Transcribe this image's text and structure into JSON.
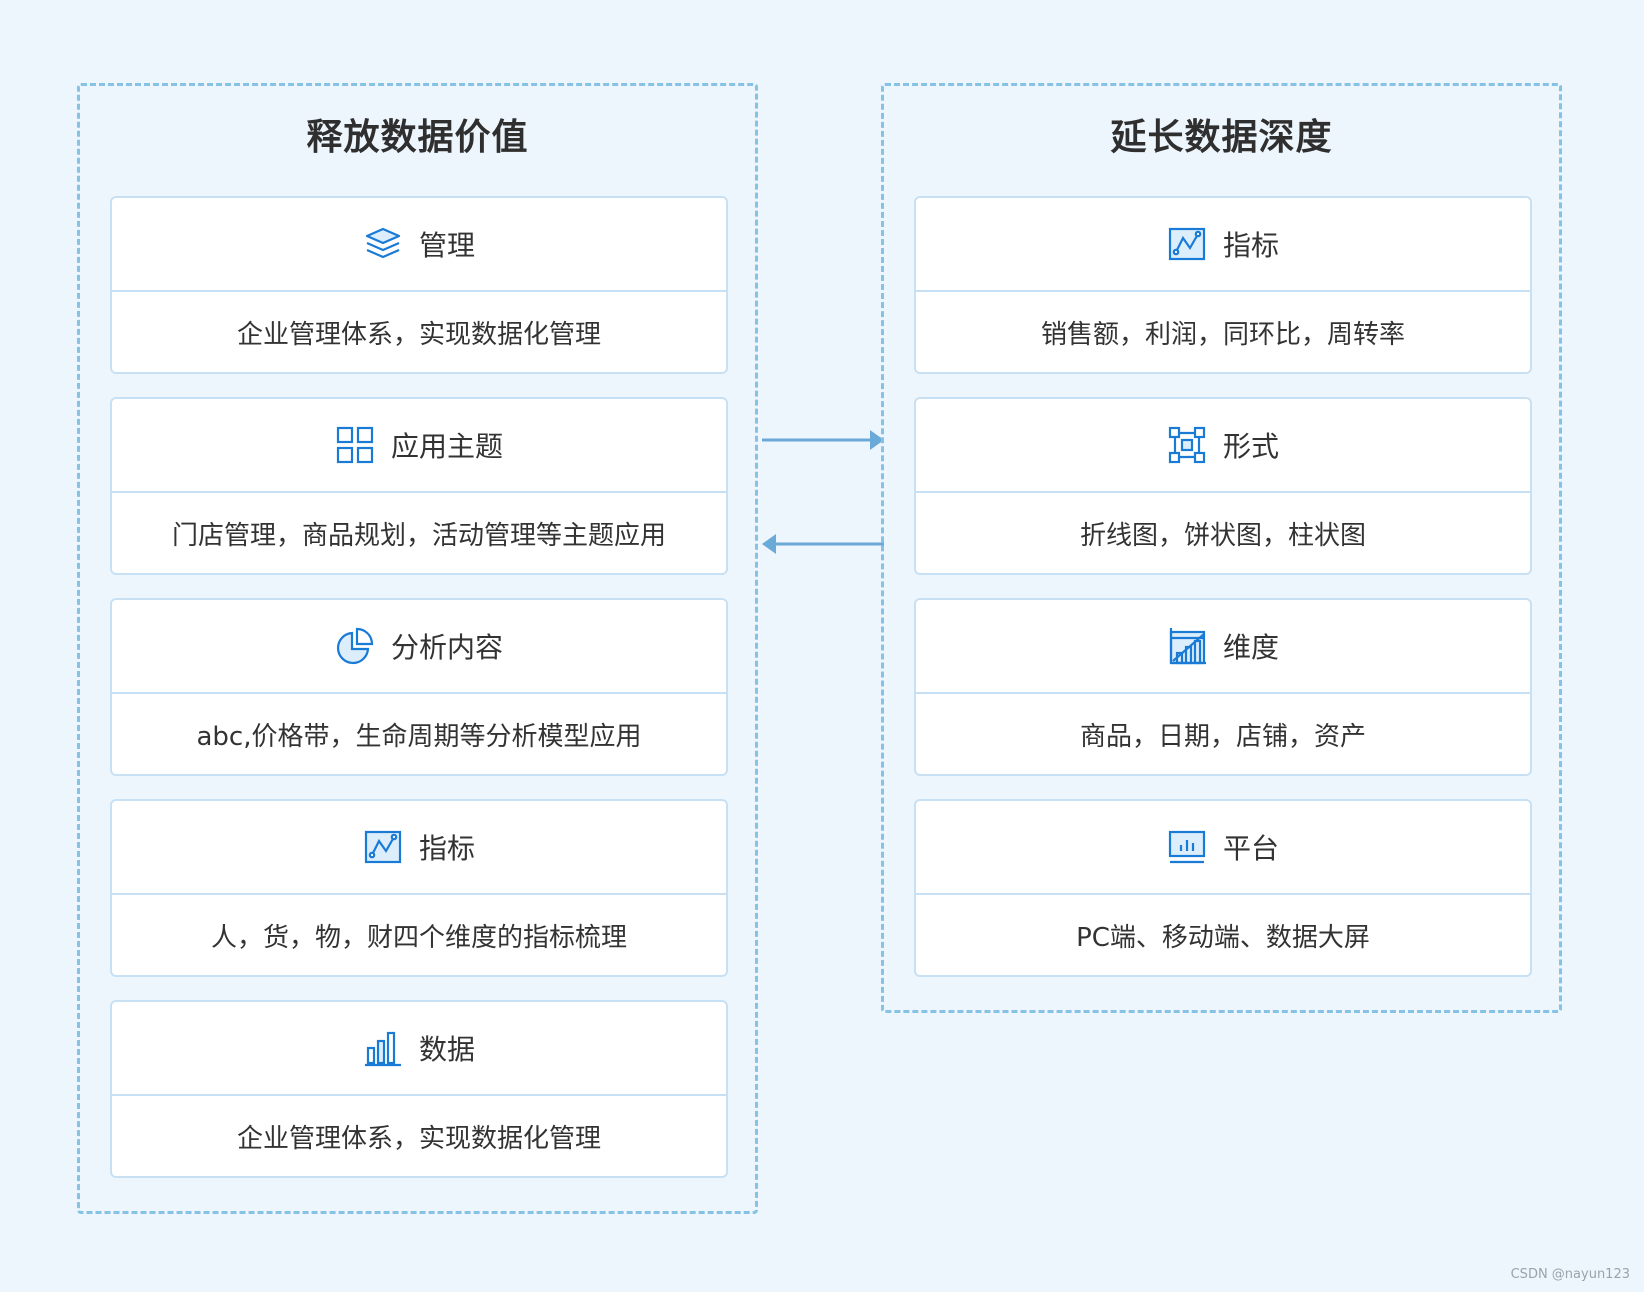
{
  "left": {
    "title": "释放数据价值",
    "cards": [
      {
        "icon": "layers-icon",
        "label": "管理",
        "desc": "企业管理体系，实现数据化管理"
      },
      {
        "icon": "grid-icon",
        "label": "应用主题",
        "desc": "门店管理，商品规划，活动管理等主题应用"
      },
      {
        "icon": "pie-chart-icon",
        "label": "分析内容",
        "desc": "abc,价格带，生命周期等分析模型应用"
      },
      {
        "icon": "line-chart-icon",
        "label": "指标",
        "desc": "人，货，物，财四个维度的指标梳理"
      },
      {
        "icon": "bar-chart-icon",
        "label": "数据",
        "desc": "企业管理体系，实现数据化管理"
      }
    ]
  },
  "right": {
    "title": "延长数据深度",
    "cards": [
      {
        "icon": "line-chart-icon",
        "label": "指标",
        "desc": "销售额，利润，同环比，周转率"
      },
      {
        "icon": "frame-select-icon",
        "label": "形式",
        "desc": "折线图，饼状图，柱状图"
      },
      {
        "icon": "dimension-chart-icon",
        "label": "维度",
        "desc": "商品，日期，店铺，资产"
      },
      {
        "icon": "monitor-chart-icon",
        "label": "平台",
        "desc": "PC端、移动端、数据大屏"
      }
    ]
  },
  "colors": {
    "accent": "#1a7bd6",
    "border": "#86c2e6",
    "arrow": "#6aa9d8",
    "background": "#eef6fd"
  },
  "watermark": "CSDN @nayun123"
}
